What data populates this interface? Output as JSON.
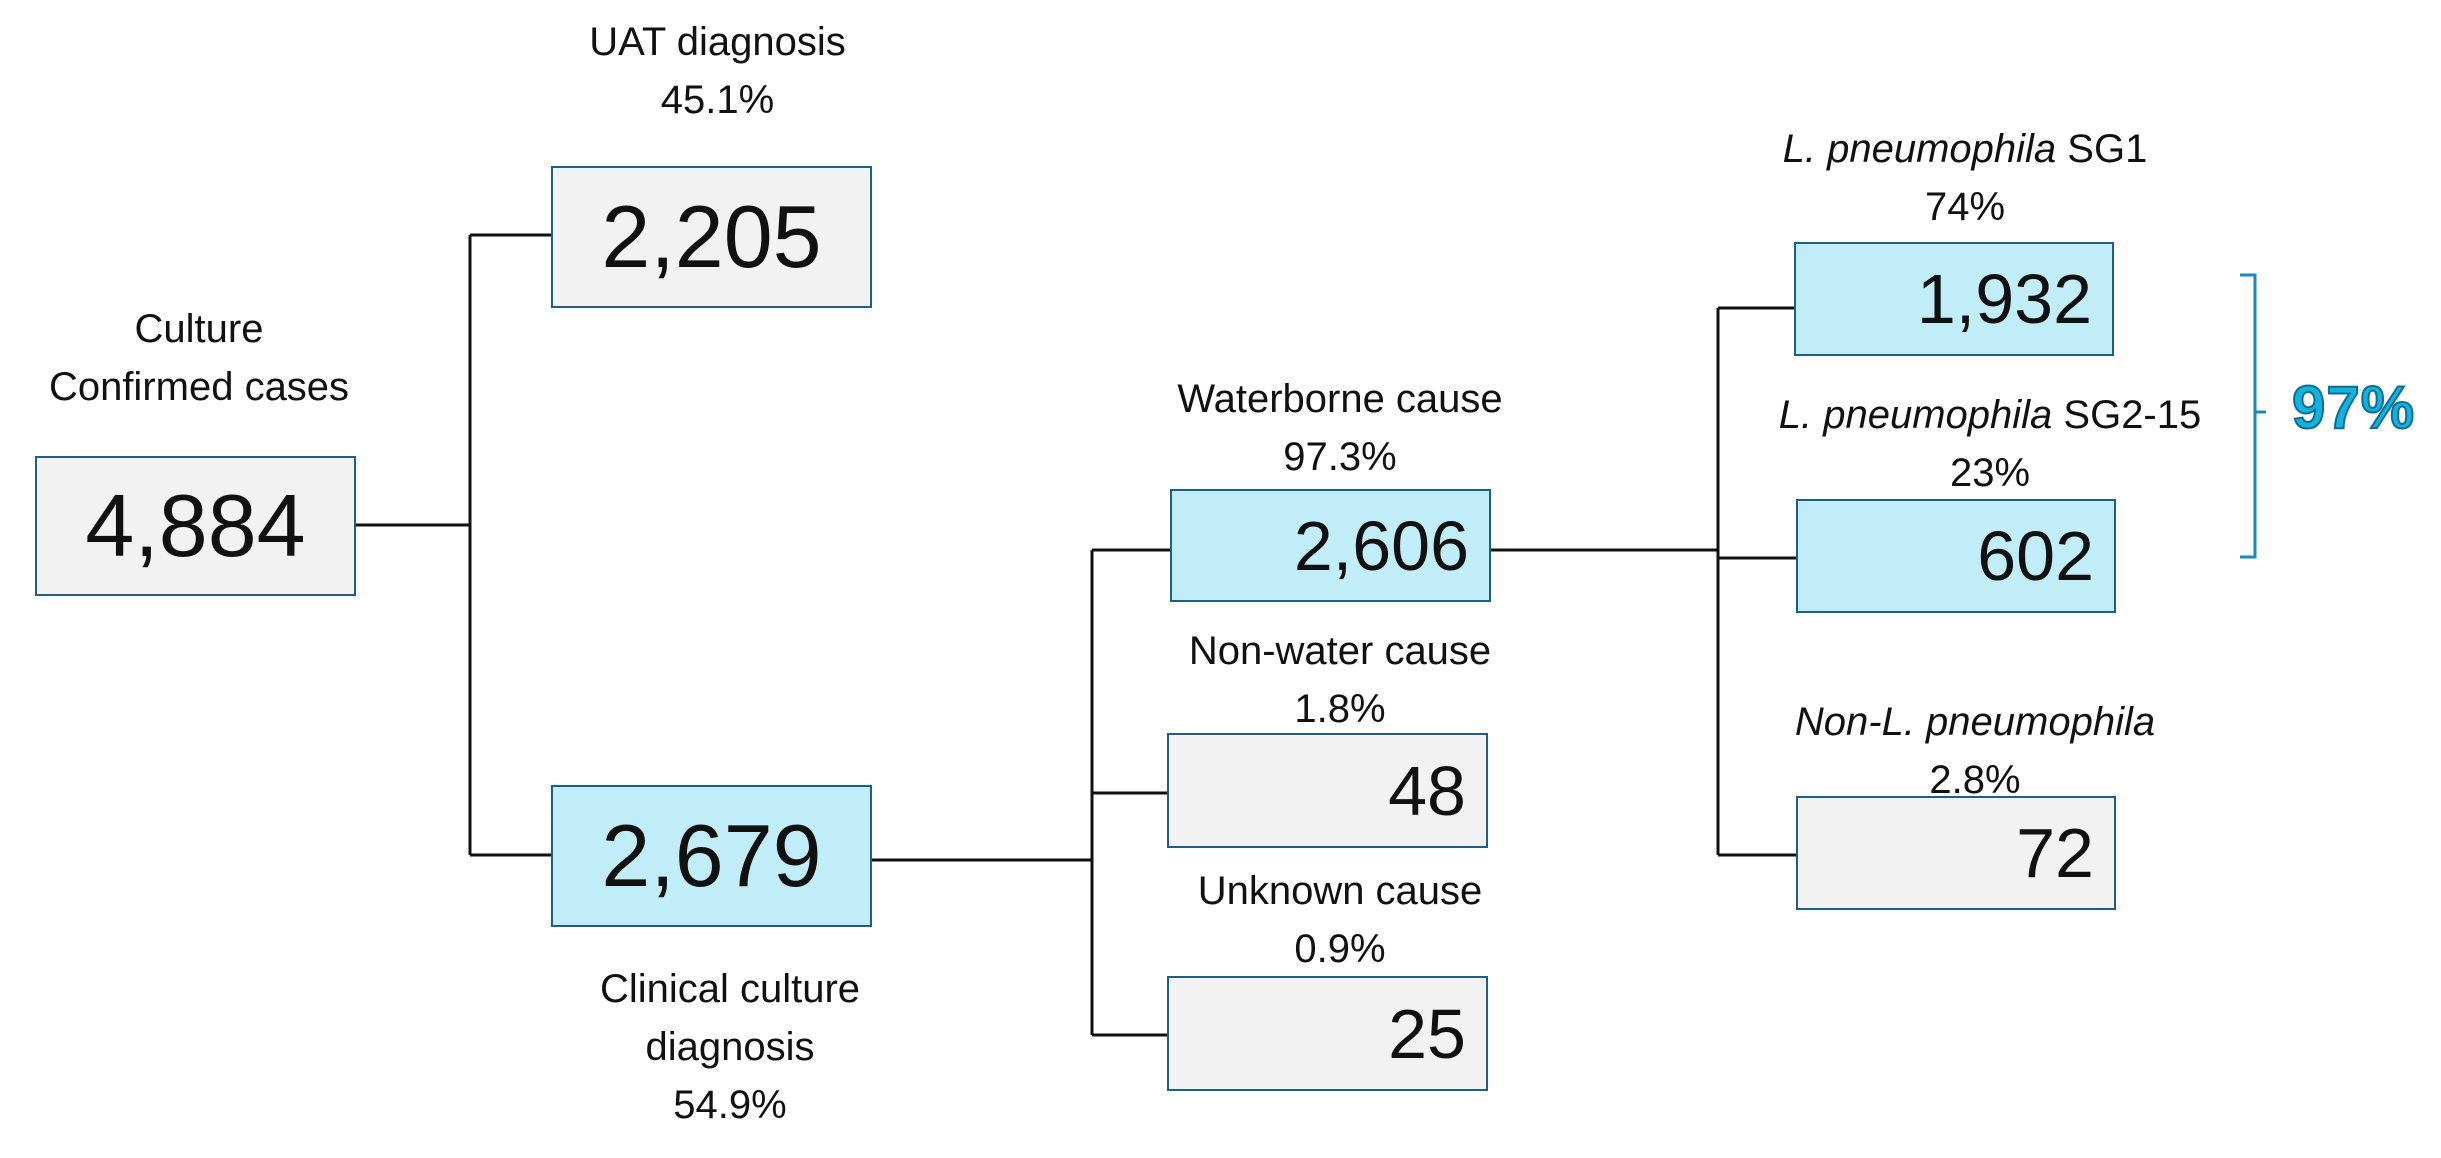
{
  "root": {
    "label_line1": "Culture",
    "label_line2": "Confirmed cases",
    "value": "4,884"
  },
  "uat": {
    "label": "UAT diagnosis",
    "pct": "45.1%",
    "value": "2,205"
  },
  "clinical": {
    "label_line1": "Clinical culture",
    "label_line2": "diagnosis",
    "pct": "54.9%",
    "value": "2,679"
  },
  "waterborne": {
    "label": "Waterborne cause",
    "pct": "97.3%",
    "value": "2,606"
  },
  "nonwater": {
    "label": "Non-water cause",
    "pct": "1.8%",
    "value": "48"
  },
  "unknown": {
    "label": "Unknown cause",
    "pct": "0.9%",
    "value": "25"
  },
  "sg1": {
    "label_italic": "L. pneumophila",
    "label_rest": " SG1",
    "pct": "74%",
    "value": "1,932"
  },
  "sg215": {
    "label_italic": "L. pneumophila",
    "label_rest": " SG2-15",
    "pct": "23%",
    "value": "602"
  },
  "nonlp": {
    "label_italic": "Non-L. pneumophila",
    "pct": "2.8%",
    "value": "72"
  },
  "bracket_total": "97%",
  "colors": {
    "box_blue": "#c1edf9",
    "box_grey": "#f2f2f2",
    "box_border": "#1f5f84",
    "accent": "#14b3de"
  }
}
